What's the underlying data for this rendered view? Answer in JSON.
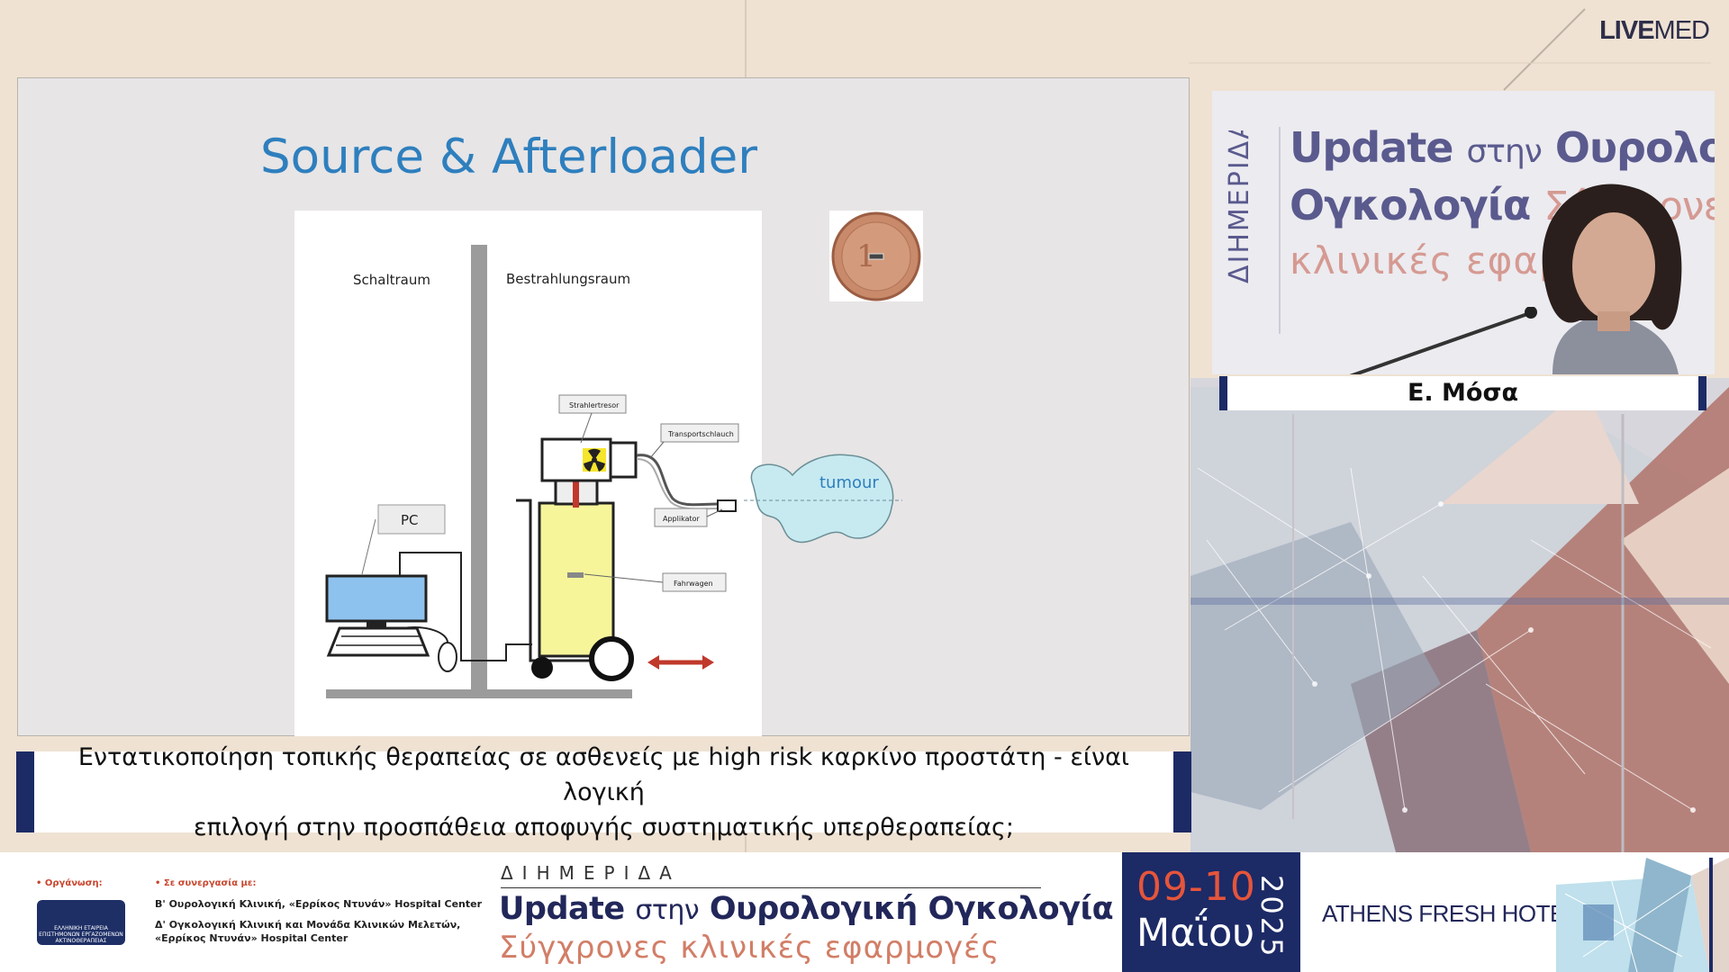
{
  "broadcaster": {
    "logo_bold": "LIVE",
    "logo_light": "MED"
  },
  "slide": {
    "title": "Source & Afterloader",
    "diagram": {
      "label_left_room": "Schaltraum",
      "label_right_room": "Bestrahlungsraum",
      "label_safe": "Strahlertresor",
      "label_tube": "Transportschlauch",
      "label_applicator": "Applikator",
      "label_trolley": "Fahrwagen",
      "label_pc": "PC",
      "label_tumour": "tumour"
    }
  },
  "caption": {
    "line1": "Εντατικοποίηση τοπικής θεραπείας σε ασθενείς με high risk καρκίνο προστάτη - είναι λογική",
    "line2": "επιλογή στην προσπάθεια αποφυγής συστηματικής υπερθεραπείας;"
  },
  "speaker": {
    "name": "Ε. Μόσα",
    "backdrop_vertical": "ΔΙΗΜΕΡΙΔΑ",
    "backdrop_l1_bold": "Update",
    "backdrop_l1_small": "στην",
    "backdrop_l1_rest": "Ουρολογικ",
    "backdrop_l2_bold": "Ογκολογία",
    "backdrop_l2_light": "Σύγχρονες",
    "backdrop_l3": "κλινικές εφαρμ"
  },
  "banner": {
    "organizer_label": "• Οργάνωση:",
    "organizer_logo_text": "ΕΛΛΗΝΙΚΗ ΕΤΑΙΡΕΙΑ ΕΠΙΣΤΗΜΟΝΩΝ ΕΡΓΑΖΟΜΕΝΩΝ ΑΚΤΙΝΟΘΕΡΑΠΕΙΑΣ",
    "collab_label": "• Σε συνεργασία με:",
    "collab_1": "Β' Ουρολογική Κλινική, «Ερρίκος Ντυνάν» Hospital Center",
    "collab_2a": "Δ' Ογκολογική Κλινική και Μονάδα Κλινικών Μελετών,",
    "collab_2b": "«Ερρίκος Ντυνάν» Hospital Center",
    "event_label": "ΔΙΗΜΕΡΙΔΑ",
    "title_bold_1": "Update",
    "title_small": "στην",
    "title_bold_2": "Ουρολογική Ογκολογία",
    "subtitle": "Σύγχρονες κλινικές εφαρμογές",
    "dates": "09-10",
    "month": "Μαΐου",
    "year": "2025",
    "venue": "ATHENS FRESH HOTEL"
  },
  "colors": {
    "navy": "#1c2a66",
    "slide_title_blue": "#2e7fbe",
    "accent_orange": "#e5553b",
    "backdrop_purple": "#5a5a8e",
    "backdrop_pink": "#d59a92"
  }
}
